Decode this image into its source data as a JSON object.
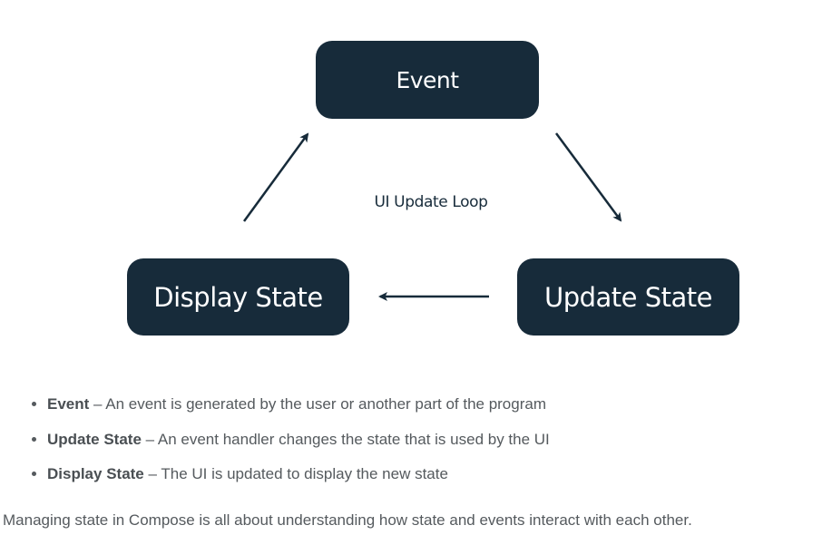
{
  "diagram": {
    "nodes": {
      "event": "Event",
      "display_state": "Display State",
      "update_state": "Update State"
    },
    "center_label": "UI Update Loop",
    "colors": {
      "node_fill": "#172b3a",
      "node_text": "#ffffff",
      "arrow": "#172b3a"
    }
  },
  "bullets": [
    {
      "term": "Event",
      "desc": " – An event is generated by the user or another part of the program"
    },
    {
      "term": "Update State",
      "desc": " – An event handler changes the state that is used by the UI"
    },
    {
      "term": "Display State",
      "desc": " – The UI is updated to display the new state"
    }
  ],
  "summary": "Managing state in Compose is all about understanding how state and events interact with each other."
}
